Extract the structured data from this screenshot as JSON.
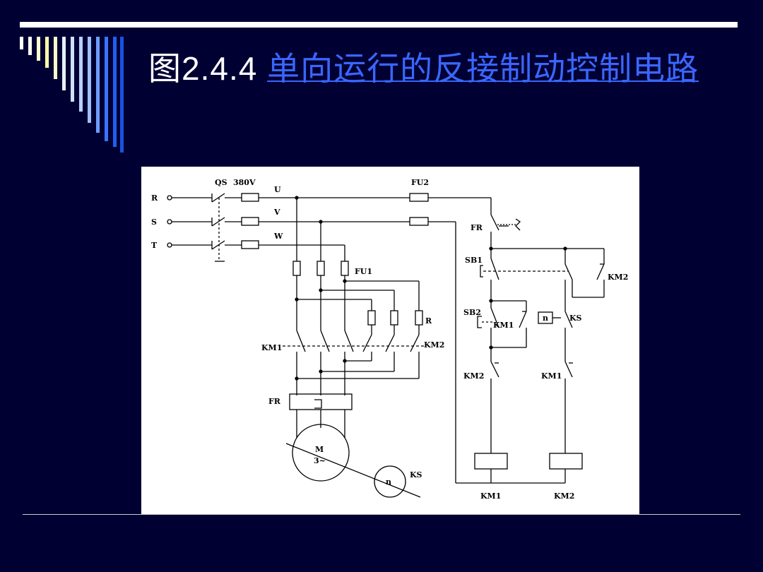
{
  "slide": {
    "title_prefix": "图2.4.4 ",
    "title_link": "单向运行的反接制动控制电路"
  },
  "diagram": {
    "labels": {
      "qs": "QS",
      "voltage": "380V",
      "r": "R",
      "s": "S",
      "t": "T",
      "u": "U",
      "v": "V",
      "w": "W",
      "fu2": "FU2",
      "fu1": "FU1",
      "fr_ctrl": "FR",
      "sb1": "SB1",
      "sb2": "SB2",
      "km2_sb1": "KM2",
      "km1_sb2": "KM1",
      "ks_ctrl": "KS",
      "n_ctrl": "n",
      "r_resist": "R",
      "km1_main": "KM1",
      "km2_main": "KM2",
      "km2_inter": "KM2",
      "km1_inter": "KM1",
      "fr_main": "FR",
      "motor_m": "M",
      "motor_3": "3~",
      "ks_motor": "KS",
      "n_motor": "n",
      "coil_km1": "KM1",
      "coil_km2": "KM2"
    }
  }
}
